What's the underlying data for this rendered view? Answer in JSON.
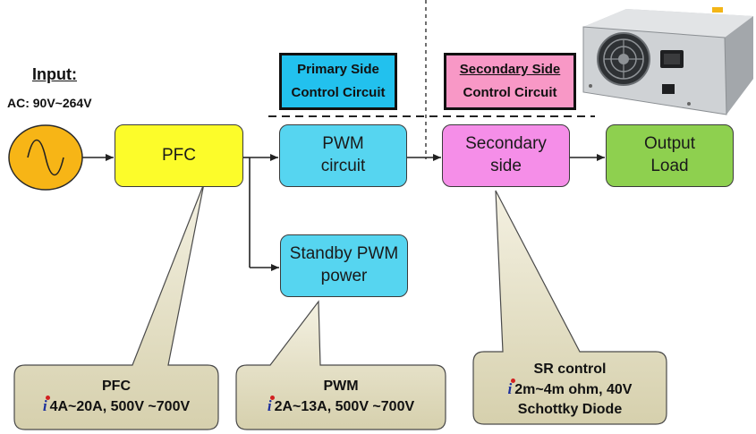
{
  "input": {
    "title": "Input:",
    "spec": "AC: 90V~264V"
  },
  "blocks": {
    "pfc": [
      "PFC"
    ],
    "pwm": [
      "PWM",
      "circuit"
    ],
    "secondary": [
      "Secondary",
      "side"
    ],
    "output": [
      "Output",
      "Load"
    ],
    "standby": [
      "Standby PWM",
      "power"
    ]
  },
  "control_labels": {
    "primary": [
      "Primary Side",
      "Control Circuit"
    ],
    "secondary": [
      "Secondary Side",
      "Control Circuit"
    ]
  },
  "callouts": {
    "pfc": {
      "title": "PFC",
      "spec": "4A~20A, 500V ~700V"
    },
    "pwm": {
      "title": "PWM",
      "spec": "2A~13A, 500V ~700V"
    },
    "sr": {
      "title": "SR control",
      "spec": "2m~4m ohm, 40V",
      "extra": "Schottky Diode"
    }
  },
  "colors": {
    "ac_source": "#f7b516",
    "pfc": "#fcfc2a",
    "pwm": "#56d5f0",
    "secondary": "#f58ee8",
    "output": "#8ed04f",
    "primary_label": "#22c1ee",
    "secondary_label": "#f898c6",
    "callout": "#e5e0c6"
  }
}
